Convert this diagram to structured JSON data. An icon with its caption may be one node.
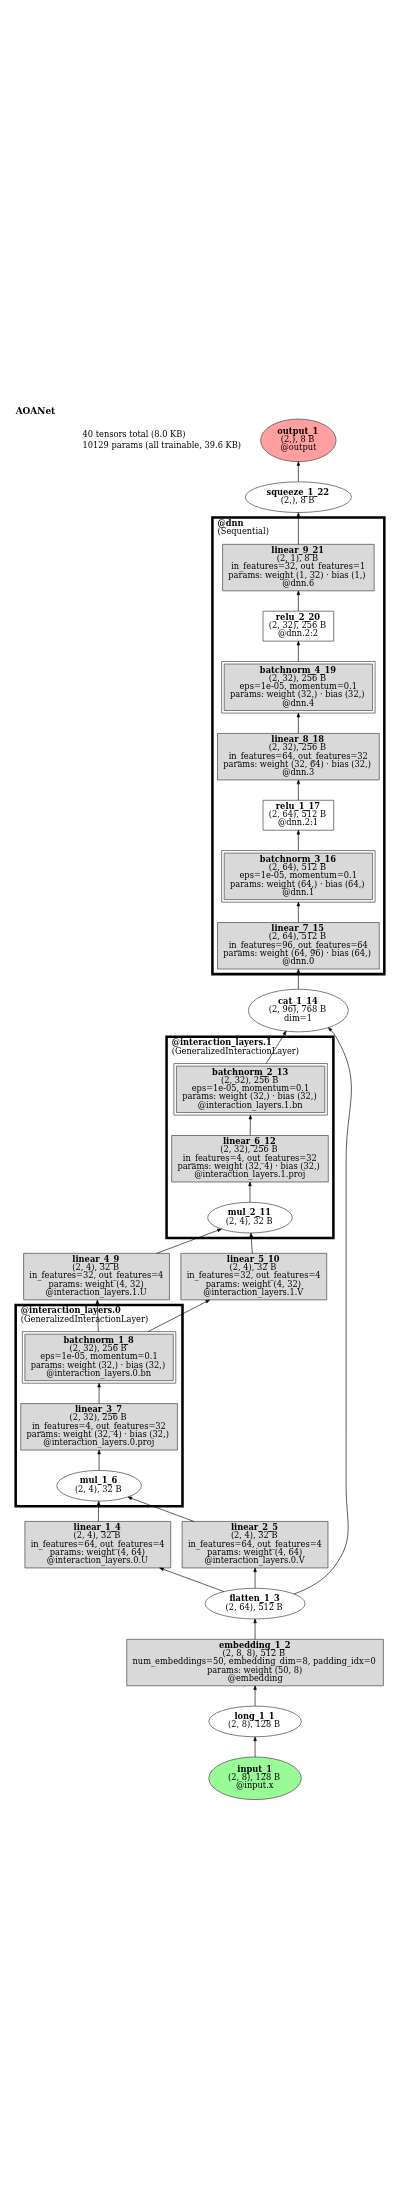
{
  "diagram": {
    "title": "AOANet",
    "nodes": [
      {
        "text": [
          "output_1",
          "(2,), 8 B",
          "@output"
        ]
      },
      {
        "text": [
          "squeeze_1_22",
          "(2,), 8 B"
        ]
      },
      {
        "text": [
          "@dnn",
          "(Sequential)"
        ]
      },
      {
        "text": [
          "linear_9_21",
          "(2, 1), 8 B",
          "in_features=32, out_features=1",
          "params: weight (1, 32) · bias (1,)",
          "@dnn.6"
        ],
        "in": 2
      },
      {
        "text": [
          "relu_2_20",
          "(2, 32), 256 B",
          "@dnn.2:2"
        ],
        "in": 2
      },
      {
        "text": [
          "batchnorm_4_19",
          "(2, 32), 256 B",
          "eps=1e-05, momentum=0.1",
          "params: weight (32,) · bias (32,)",
          "@dnn.4"
        ],
        "in": 2
      },
      {
        "text": [
          "linear_8_18",
          "(2, 32), 256 B",
          "in_features=64, out_features=32",
          "params: weight (32, 64) · bias (32,)",
          "@dnn.3"
        ],
        "in": 2
      },
      {
        "text": [
          "relu_1_17",
          "(2, 64), 512 B",
          "@dnn.2:1"
        ],
        "in": 2
      },
      {
        "text": [
          "batchnorm_3_16",
          "(2, 64), 512 B",
          "eps=1e-05, momentum=0.1",
          "params: weight (64,) · bias (64,)",
          "@dnn.1"
        ],
        "in": 2
      },
      {
        "text": [
          "linear_7_15",
          "(2, 64), 512 B",
          "in_features=96, out_features=64",
          "params: weight (64, 96) · bias (64,)",
          "@dnn.0"
        ],
        "in": 2
      },
      {
        "text": [
          "cat_1_14",
          "(2, 96), 768 B",
          "dim=1"
        ]
      },
      {
        "text": [
          "@interaction_layers.1",
          "(GeneralizedInteractionLayer)"
        ]
      },
      {
        "text": [
          "batchnorm_2_13",
          "(2, 32), 256 B",
          "eps=1e-05, momentum=0.1",
          "params: weight (32,) · bias (32,)",
          "@interaction_layers.1.bn"
        ],
        "in": 11
      },
      {
        "text": [
          "linear_6_12",
          "(2, 32), 256 B",
          "in_features=4, out_features=32",
          "params: weight (32, 4) · bias (32,)",
          "@interaction_layers.1.proj"
        ],
        "in": 11
      },
      {
        "text": [
          "mul_2_11",
          "(2, 4), 32 B"
        ],
        "in": 11
      },
      {
        "text": [
          "linear_4_9",
          "(2, 4), 32 B",
          "in_features=32, out_features=4",
          "params: weight (4, 32)",
          "@interaction_layers.1.U"
        ]
      },
      {
        "text": [
          "linear_5_10",
          "(2, 4), 32 B",
          "in_features=32, out_features=4",
          "params: weight (4, 32)",
          "@interaction_layers.1.V"
        ]
      },
      {
        "text": [
          "@interaction_layers.0",
          "(GeneralizedInteractionLayer)"
        ]
      },
      {
        "text": [
          "batchnorm_1_8",
          "(2, 32), 256 B",
          "eps=1e-05, momentum=0.1",
          "params: weight (32,) · bias (32,)",
          "@interaction_layers.0.bn"
        ],
        "in": 17
      },
      {
        "text": [
          "linear_3_7",
          "(2, 32), 256 B",
          "in_features=4, out_features=32",
          "params: weight (32, 4) · bias (32,)",
          "@interaction_layers.0.proj"
        ],
        "in": 17
      },
      {
        "text": [
          "mul_1_6",
          "(2, 4), 32 B"
        ],
        "in": 17
      },
      {
        "text": [
          "linear_1_4",
          "(2, 4), 32 B",
          "in_features=64, out_features=4",
          "params: weight (4, 64)",
          "@interaction_layers.0.U"
        ]
      },
      {
        "text": [
          "linear_2_5",
          "(2, 4), 32 B",
          "in_features=64, out_features=4",
          "params: weight (4, 64)",
          "@interaction_layers.0.V"
        ]
      },
      {
        "text": [
          "flatten_1_3",
          "(2, 64), 512 B"
        ]
      },
      {
        "text": [
          "embedding_1_2",
          "(2, 8, 8), 512 B",
          "num_embeddings=50, embedding_dim=8, padding_idx=0",
          "params: weight (50, 8)",
          "@embedding"
        ]
      },
      {
        "text": [
          "long_1_1",
          "(2, 8), 128 B"
        ]
      },
      {
        "text": [
          "input_1",
          "(2, 8), 128 B",
          "@input.x"
        ]
      }
    ],
    "edges": [
      {
        "from": 26,
        "to": 25,
        "arrow": "to"
      },
      {
        "from": 25,
        "to": 24,
        "arrow": "to"
      },
      {
        "from": 24,
        "to": 23,
        "arrow": "to"
      },
      {
        "from": 23,
        "to": 21,
        "arrow": "to"
      },
      {
        "from": 23,
        "to": 22,
        "arrow": "to"
      },
      {
        "from": 23,
        "to": 10,
        "arrow": "to"
      },
      {
        "from": 21,
        "to": 20,
        "arrow": "to"
      },
      {
        "from": 22,
        "to": 20,
        "arrow": "to"
      },
      {
        "from": 20,
        "to": 19,
        "arrow": "to"
      },
      {
        "from": 19,
        "to": 18,
        "arrow": "to"
      },
      {
        "from": 18,
        "to": 15,
        "arrow": "to"
      },
      {
        "from": 18,
        "to": 16,
        "arrow": "to"
      },
      {
        "from": 15,
        "to": 14,
        "arrow": "to"
      },
      {
        "from": 16,
        "to": 14,
        "arrow": "to"
      },
      {
        "from": 14,
        "to": 13,
        "arrow": "to"
      },
      {
        "from": 13,
        "to": 12,
        "arrow": "to"
      },
      {
        "from": 12,
        "to": 10,
        "arrow": "to"
      },
      {
        "from": 10,
        "to": 9,
        "arrow": "to"
      },
      {
        "from": 9,
        "to": 8,
        "arrow": "to"
      },
      {
        "from": 8,
        "to": 7,
        "arrow": "to"
      },
      {
        "from": 7,
        "to": 6,
        "arrow": "to"
      },
      {
        "from": 6,
        "to": 5,
        "arrow": "to"
      },
      {
        "from": 5,
        "to": 4,
        "arrow": "to"
      },
      {
        "from": 4,
        "to": 3,
        "arrow": "to"
      },
      {
        "from": 3,
        "to": 1,
        "arrow": "to"
      },
      {
        "from": 1,
        "to": 0,
        "arrow": "to"
      }
    ],
    "labels": [
      "40 tensors total (8.0 KB)",
      "10129 params (all trainable, 39.6 KB)"
    ]
  }
}
